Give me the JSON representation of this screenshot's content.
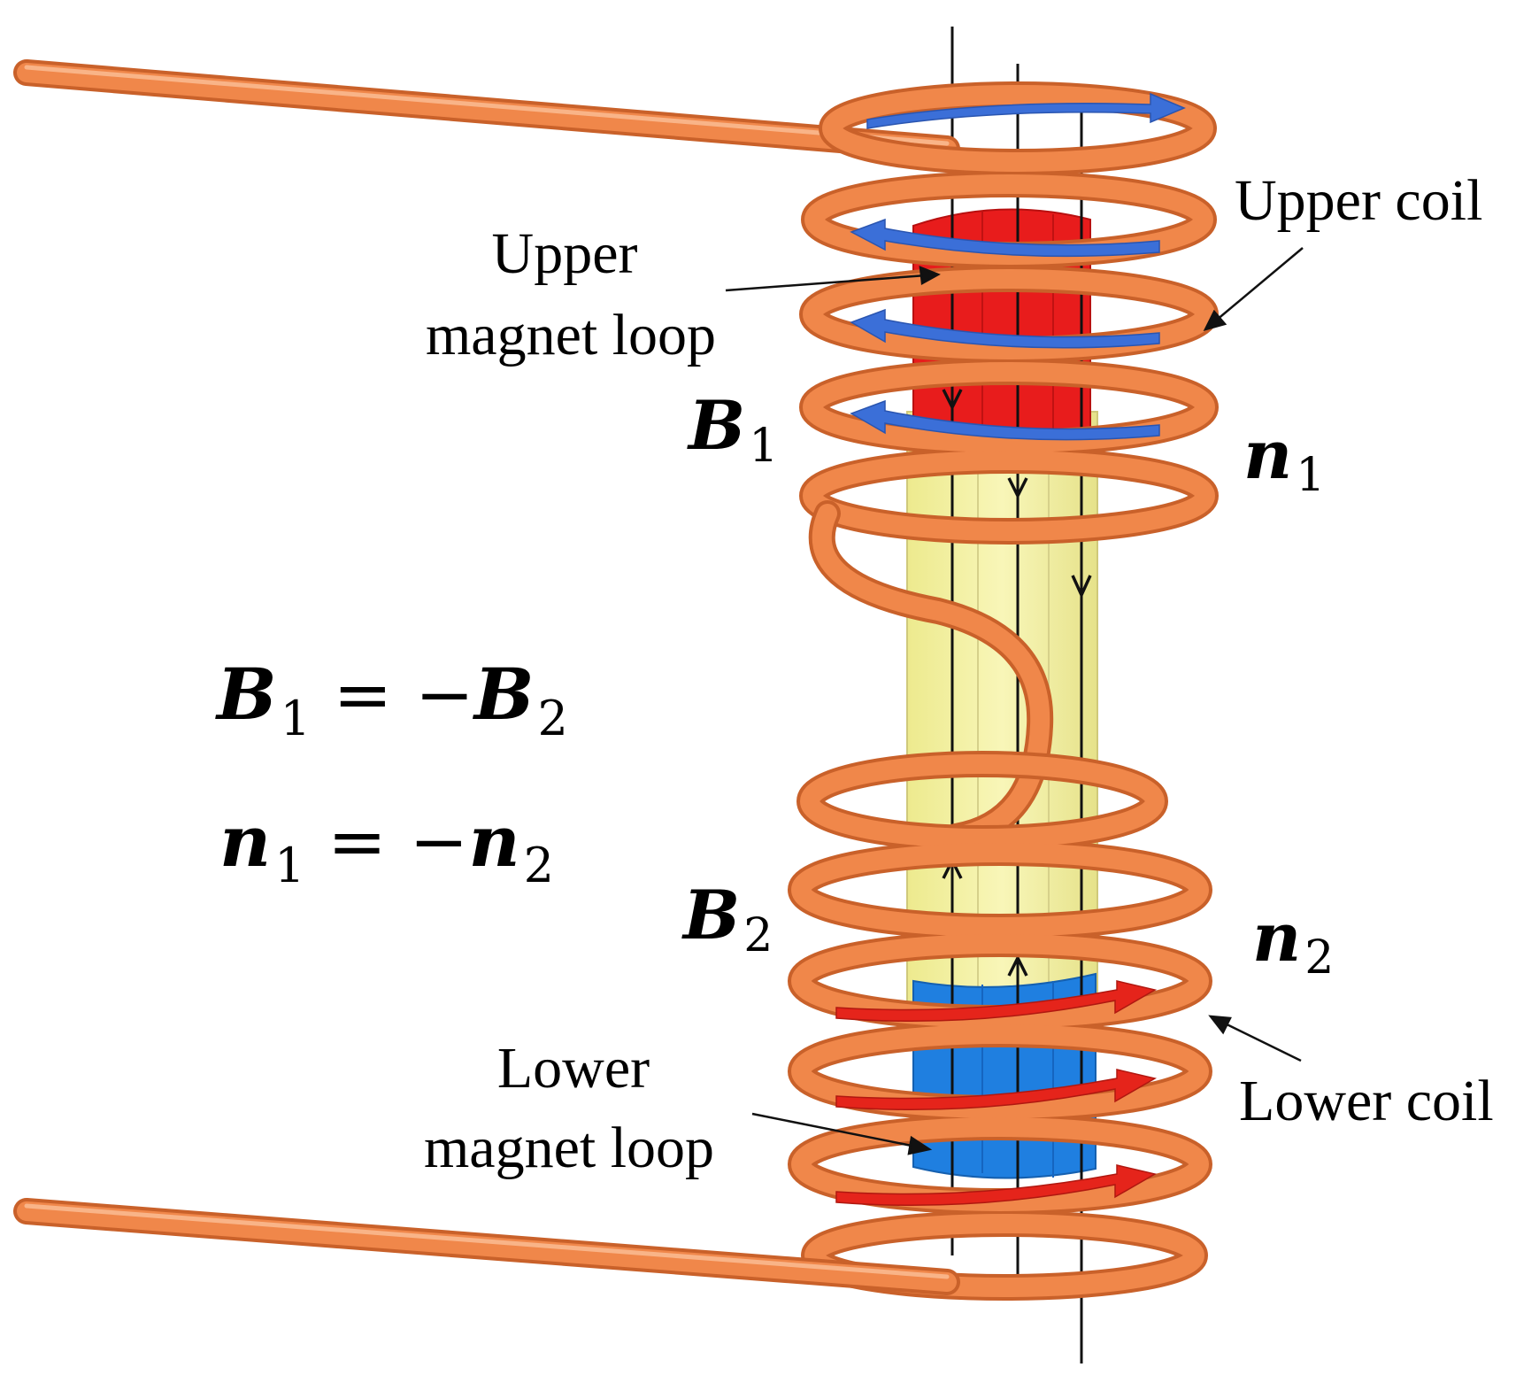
{
  "labels": {
    "upper_coil": "Upper coil",
    "lower_coil": "Lower coil",
    "upper_magnet_loop_line1": "Upper",
    "upper_magnet_loop_line2": "magnet loop",
    "lower_magnet_loop_line1": "Lower",
    "lower_magnet_loop_line2": "magnet loop"
  },
  "symbols": {
    "B1": {
      "base": "B",
      "sub": "1"
    },
    "B2": {
      "base": "B",
      "sub": "2"
    },
    "n1": {
      "base": "n",
      "sub": "1"
    },
    "n2": {
      "base": "n",
      "sub": "2"
    }
  },
  "equations": {
    "eq1": {
      "lhs_base": "B",
      "lhs_sub": "1",
      "op": " = −",
      "rhs_base": "B",
      "rhs_sub": "2"
    },
    "eq2": {
      "lhs_base": "n",
      "lhs_sub": "1",
      "op": " = −",
      "rhs_base": "n",
      "rhs_sub": "2"
    }
  },
  "colors": {
    "coil": "#F0874A",
    "coil_dark": "#C9612A",
    "coil_light": "#F9B488",
    "upper_magnet": "#E81C1C",
    "core": "#F4F1A0",
    "lower_magnet": "#1F7FE0",
    "upper_loop_arrows": "#3B6FD8",
    "lower_loop_arrows": "#E5241B",
    "field_lines": "#111111"
  }
}
